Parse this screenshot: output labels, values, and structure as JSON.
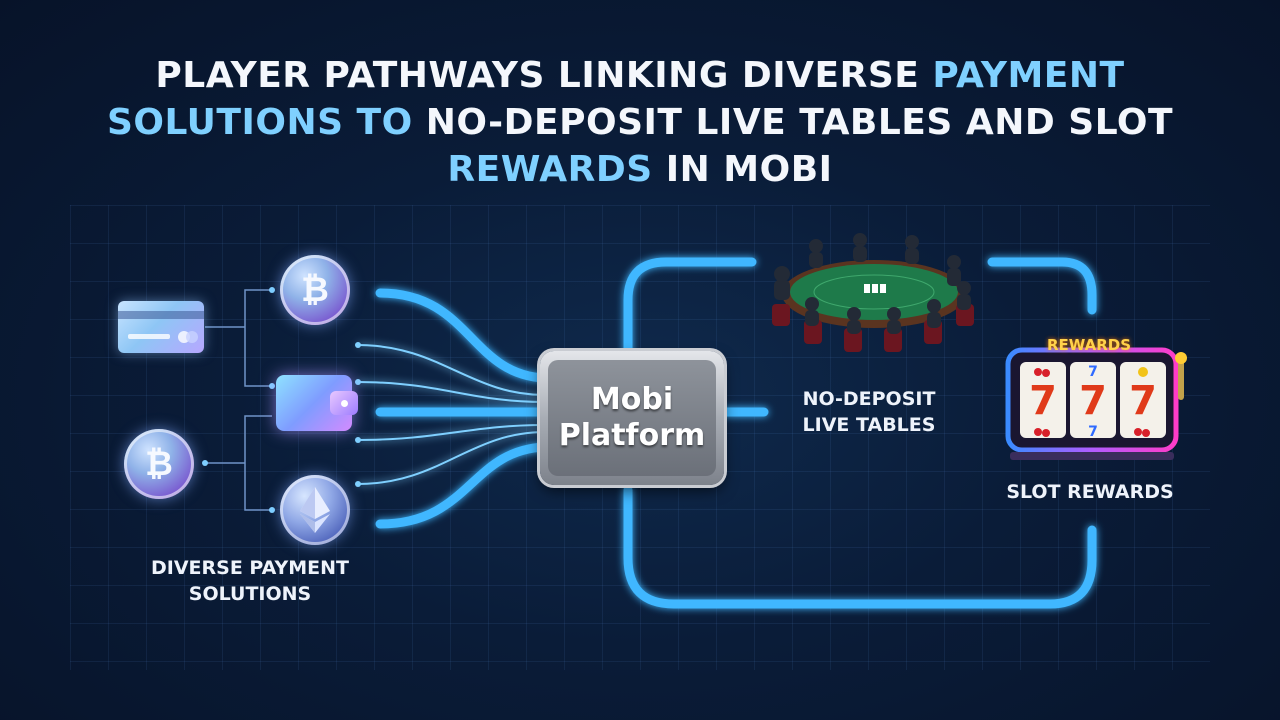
{
  "title": {
    "line1_white": "Player Pathways Linking Diverse",
    "line1_blue": "Payment",
    "line2_blue": "Solutions to",
    "line2_white": "No-Deposit Live Tables and Slot",
    "line3_blue": "Rewards",
    "line3_white": "in Mobi"
  },
  "nodes": {
    "payment_label": "DIVERSE PAYMENT\nSOLUTIONS",
    "platform_label": "Mobi\nPlatform",
    "live_tables_label": "NO-DEPOSIT\nLIVE TABLES",
    "slot_label": "SLOT REWARDS",
    "slot_banner": "REWARDS"
  },
  "icons": {
    "bitcoin_glyph": "₿",
    "payment_icons": [
      "credit-card-icon",
      "bitcoin-icon",
      "wallet-icon",
      "bitcoin-icon",
      "ethereum-icon"
    ]
  },
  "colors": {
    "background": "#0a1c38",
    "accent_blue": "#7fd0ff",
    "flow_line": "#3fb7ff",
    "title_white": "#f4f7fc"
  }
}
